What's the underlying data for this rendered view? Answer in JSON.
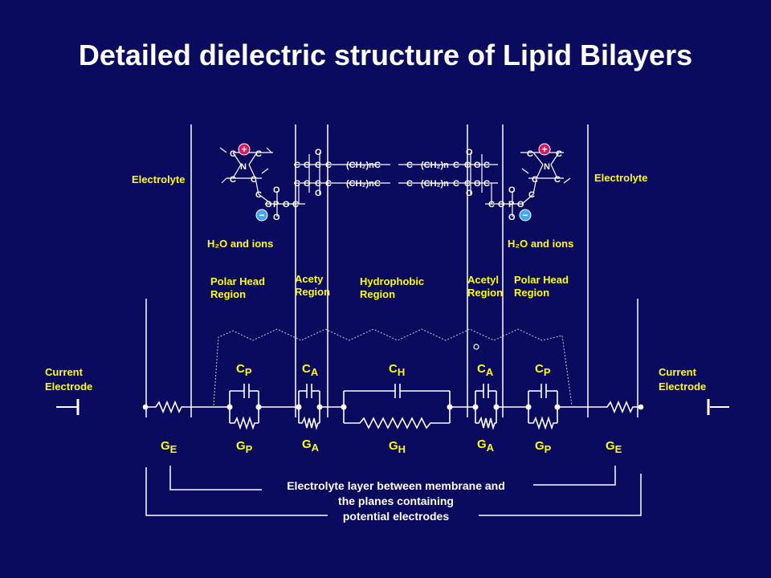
{
  "title": "Detailed dielectric structure of Lipid Bilayers",
  "regions": {
    "electrolyte_left": "Electrolyte",
    "electrolyte_right": "Electrolyte",
    "water_ions_left": "H₂O and ions",
    "water_ions_right": "H₂O and ions",
    "polar_head_left": [
      "Polar Head",
      "Region"
    ],
    "acetyl_left": [
      "Acety",
      "Region"
    ],
    "hydrophobic": [
      "Hydrophobic",
      "Region"
    ],
    "acetyl_right": [
      "Acetyl",
      "Region"
    ],
    "polar_head_right": [
      "Polar Head",
      "Region"
    ]
  },
  "electrodes": {
    "left": [
      "Current",
      "Electrode"
    ],
    "right": [
      "Current",
      "Electrode"
    ]
  },
  "capacitors": [
    {
      "letter": "C",
      "sub": "P"
    },
    {
      "letter": "C",
      "sub": "A"
    },
    {
      "letter": "C",
      "sub": "H"
    },
    {
      "letter": "C",
      "sub": "A"
    },
    {
      "letter": "C",
      "sub": "P"
    }
  ],
  "conductances": [
    {
      "letter": "G",
      "sub": "E"
    },
    {
      "letter": "G",
      "sub": "P"
    },
    {
      "letter": "G",
      "sub": "A"
    },
    {
      "letter": "G",
      "sub": "H"
    },
    {
      "letter": "G",
      "sub": "A"
    },
    {
      "letter": "G",
      "sub": "P"
    },
    {
      "letter": "G",
      "sub": "E"
    }
  ],
  "caption": [
    "Electrolyte layer between membrane and",
    "the planes containing",
    "potential electrodes"
  ],
  "molecule": {
    "atoms": [
      "C",
      "N",
      "O",
      "P"
    ],
    "chain_label": "(CH₂)n",
    "charges": [
      "+",
      "−"
    ]
  },
  "colors": {
    "background": "#0a0a5e",
    "label": "#ffff00",
    "line": "#ffffff",
    "positive": "#d81b60",
    "negative": "#42a5f5"
  }
}
